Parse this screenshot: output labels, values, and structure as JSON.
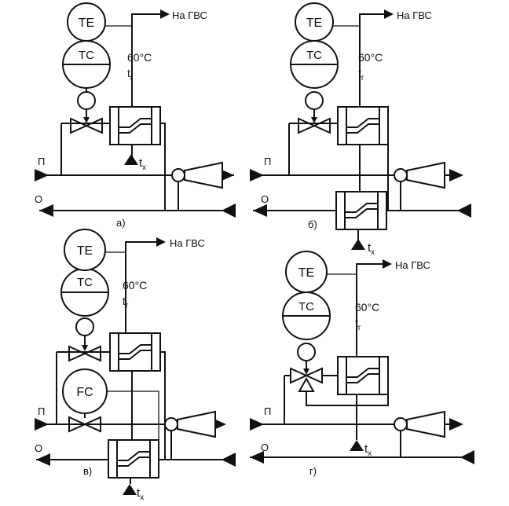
{
  "panels": [
    {
      "id": "a",
      "sub": "а)",
      "te": "TE",
      "tc": "TC",
      "dhw": "На ГВС",
      "temp": "60°C",
      "tg": "t",
      "tg_sub": "г",
      "tx": "t",
      "tx_sub": "x",
      "p": "П",
      "o": "О"
    },
    {
      "id": "b",
      "sub": "б)",
      "te": "TE",
      "tc": "TC",
      "dhw": "На ГВС",
      "temp": "60°C",
      "tg": "t",
      "tg_sub": "г",
      "tx": "t",
      "tx_sub": "x",
      "p": "П",
      "o": "О"
    },
    {
      "id": "v",
      "sub": "в)",
      "te": "TE",
      "tc": "TC",
      "fc": "FC",
      "dhw": "На ГВС",
      "temp": "60°C",
      "tg": "t",
      "tg_sub": "г",
      "tx": "t",
      "tx_sub": "x",
      "p": "П",
      "o": "О"
    },
    {
      "id": "g",
      "sub": "г)",
      "te": "TE",
      "tc": "TC",
      "dhw": "На ГВС",
      "temp": "60°C",
      "tg": "t",
      "tg_sub": "г",
      "tx": "t",
      "tx_sub": "x",
      "p": "П",
      "o": "О"
    }
  ]
}
